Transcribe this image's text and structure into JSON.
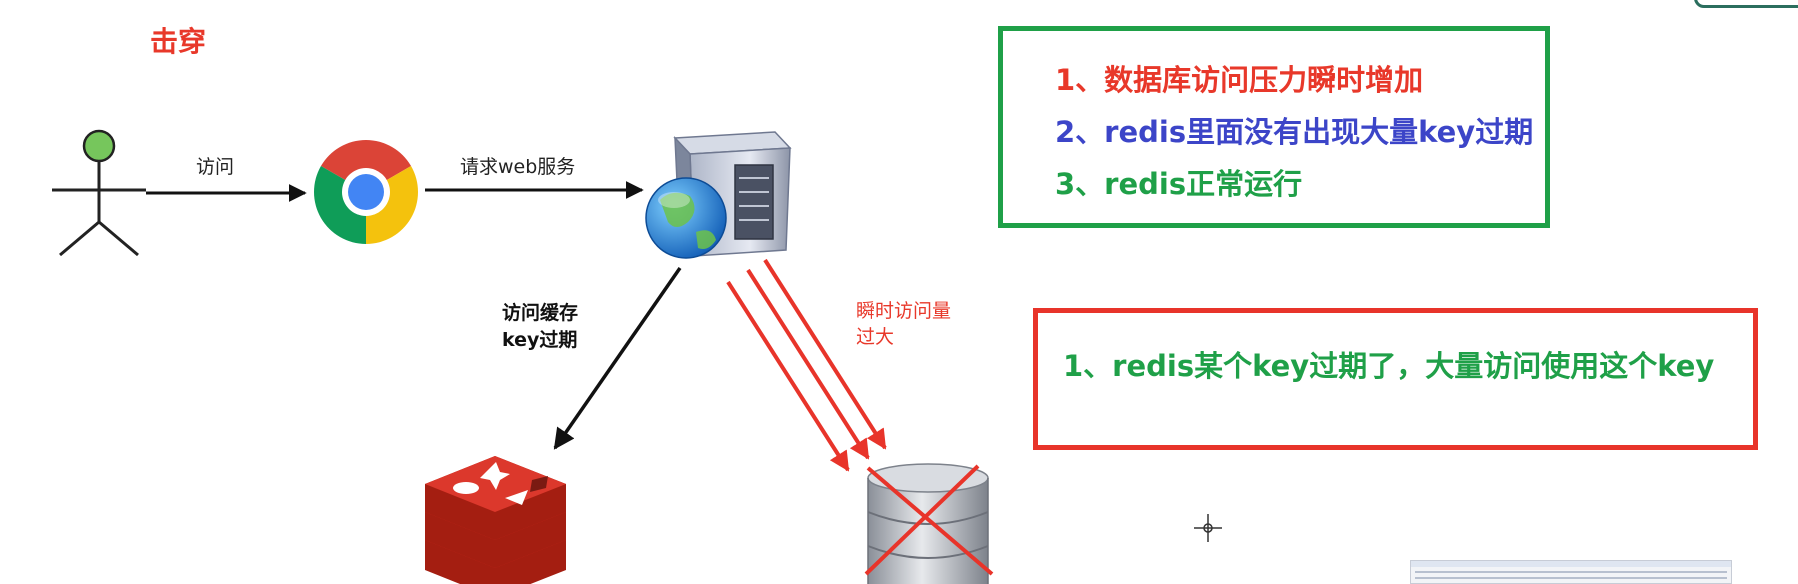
{
  "title": "击穿",
  "arrow_labels": {
    "visit": "访问",
    "request_web": "请求web服务",
    "cache_line1": "访问缓存",
    "cache_line2": "key过期",
    "spike_line1": "瞬时访问量",
    "spike_line2": "过大"
  },
  "green_box": {
    "items": [
      {
        "text": "1、数据库访问压力瞬时增加",
        "color": "#e8382a"
      },
      {
        "text": "2、redis里面没有出现大量key过期",
        "color": "#3c45c8"
      },
      {
        "text": "3、redis正常运行",
        "color": "#1fa048"
      }
    ]
  },
  "red_box": {
    "item": "1、redis某个key过期了，大量访问使用这个key"
  },
  "colors": {
    "red": "#e8382a",
    "green": "#1fa048",
    "blue": "#3c45c8"
  },
  "icons": [
    "user-icon",
    "chrome-icon",
    "web-server-icon",
    "redis-icon",
    "database-icon",
    "crosshair-cursor-icon"
  ]
}
